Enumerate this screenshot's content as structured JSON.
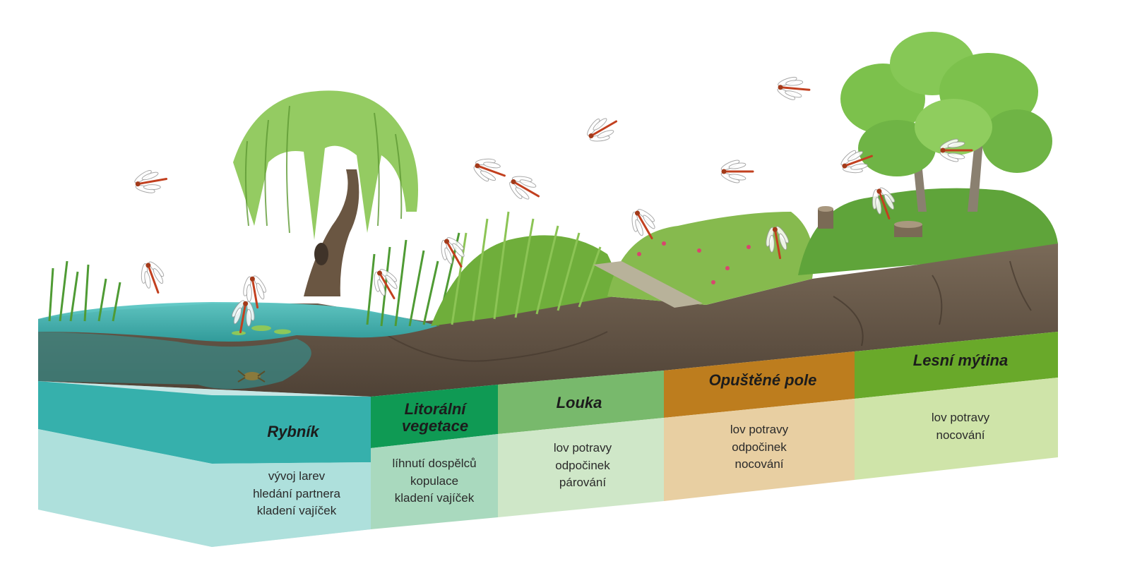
{
  "zones": [
    {
      "id": "rybnik",
      "title": "Rybník",
      "activities": [
        "vývoj larev",
        "hledání partnera",
        "kladení vajíček"
      ],
      "header_color": "#36b0ac",
      "body_color": "#aee0dc"
    },
    {
      "id": "litoralni",
      "title_lines": [
        "Litorální",
        "vegetace"
      ],
      "activities": [
        "líhnutí dospělců",
        "kopulace",
        "kladení vajíček"
      ],
      "header_color": "#0f9a54",
      "body_color": "#a9d9be"
    },
    {
      "id": "louka",
      "title": "Louka",
      "activities": [
        "lov potravy",
        "odpočinek",
        "párování"
      ],
      "header_color": "#78b96c",
      "body_color": "#cfe7c8"
    },
    {
      "id": "opustene",
      "title": "Opuštěné pole",
      "activities": [
        "lov potravy",
        "odpočinek",
        "nocování"
      ],
      "header_color": "#bd7d1e",
      "body_color": "#e8cfa2"
    },
    {
      "id": "lesni",
      "title": "Lesní mýtina",
      "activities": [
        "lov potravy",
        "nocování"
      ],
      "header_color": "#69a92a",
      "body_color": "#cfe4a9"
    }
  ],
  "colors": {
    "water": "#4fbfc0",
    "water_front": "#2f9c9c",
    "soil": "#6b5a4a",
    "soil_dark": "#4e4034",
    "grass": "#6fae3b",
    "grass_dark": "#3f7f2a",
    "tree_foliage": "#7cc14c",
    "willow": "#8ec85a",
    "trunk": "#6a5642",
    "dragonfly_body": "#c2401f"
  },
  "icons": [
    "dragonfly-icon",
    "willow-tree-icon",
    "tree-icon",
    "grass-icon",
    "larva-icon",
    "tree-stump-icon",
    "path-icon"
  ]
}
